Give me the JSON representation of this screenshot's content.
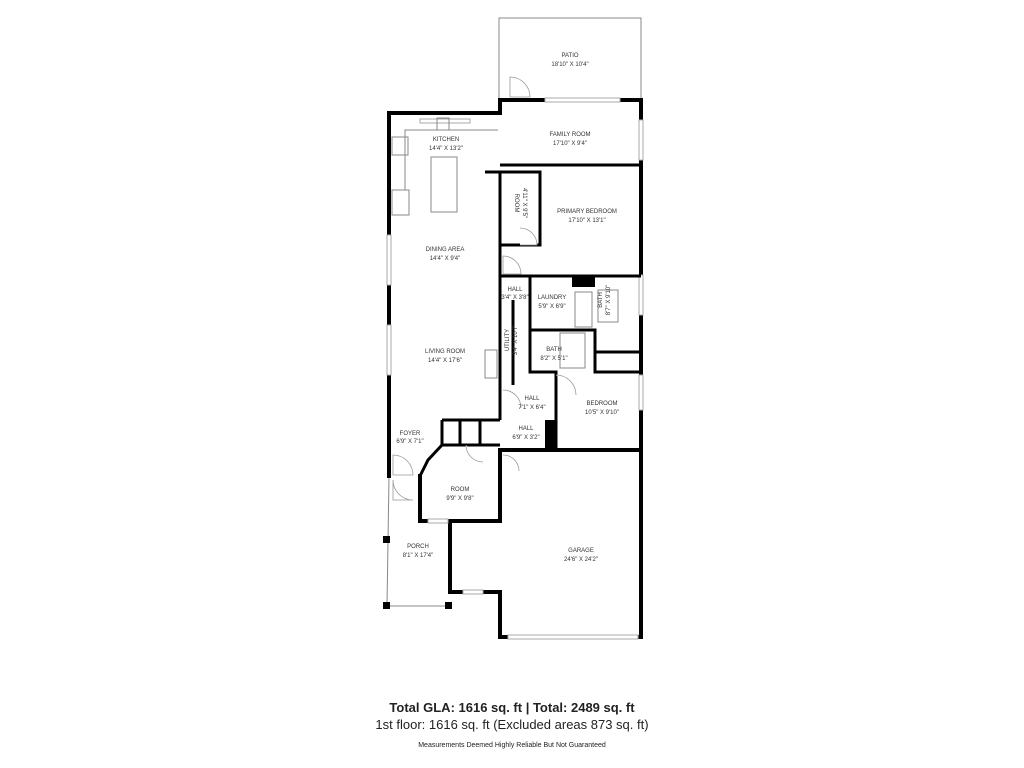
{
  "rooms": {
    "patio": {
      "name": "PATIO",
      "size": "18'10\" X 10'4\""
    },
    "kitchen": {
      "name": "KITCHEN",
      "size": "14'4\" X 13'2\""
    },
    "family_room": {
      "name": "FAMILY ROOM",
      "size": "17'10\" X 9'4\""
    },
    "room_small": {
      "name": "ROOM",
      "size": "4'11\" X 9'5\""
    },
    "primary_bedroom": {
      "name": "PRIMARY BEDROOM",
      "size": "17'10\" X 13'1\""
    },
    "dining_area": {
      "name": "DINING AREA",
      "size": "14'4\" X 9'4\""
    },
    "hall_1": {
      "name": "HALL",
      "size": "3'4\" X 3'8\""
    },
    "laundry": {
      "name": "LAUNDRY",
      "size": "5'9\" X 6'9\""
    },
    "bath_primary": {
      "name": "BATH",
      "size": "8'7\" X 9'10\""
    },
    "utility": {
      "name": "UTILITY",
      "size": "3'4\" X 10'7\""
    },
    "bath_2": {
      "name": "BATH",
      "size": "8'2\" X 5'1\""
    },
    "living_room": {
      "name": "LIVING ROOM",
      "size": "14'4\" X 17'6\""
    },
    "hall_2": {
      "name": "HALL",
      "size": "7'1\" X 6'4\""
    },
    "bedroom": {
      "name": "BEDROOM",
      "size": "10'5\" X 9'10\""
    },
    "foyer": {
      "name": "FOYER",
      "size": "6'9\" X 7'1\""
    },
    "hall_3": {
      "name": "HALL",
      "size": "6'9\" X 3'2\""
    },
    "room_front": {
      "name": "ROOM",
      "size": "9'9\" X 9'8\""
    },
    "porch": {
      "name": "PORCH",
      "size": "8'1\" X 17'4\""
    },
    "garage": {
      "name": "GARAGE",
      "size": "24'6\" X 24'2\""
    }
  },
  "summary": {
    "total_line": "Total GLA: 1616 sq. ft | Total: 2489 sq. ft",
    "floor_line": "1st floor: 1616 sq. ft (Excluded areas 873 sq. ft)",
    "disclaimer": "Measurements Deemed Highly Reliable But Not Guaranteed"
  }
}
